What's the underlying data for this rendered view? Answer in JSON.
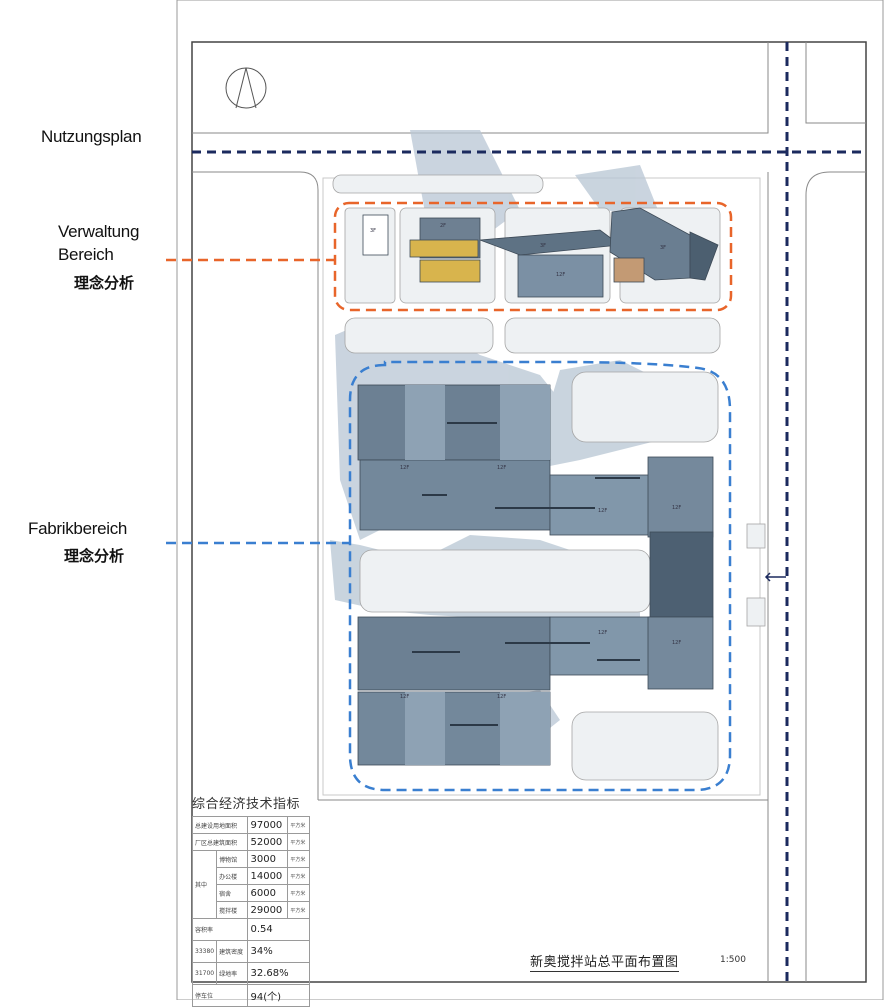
{
  "labels": {
    "nutzungsplan": "Nutzungsplan",
    "verwaltung_line1": "Verwaltung",
    "verwaltung_line2": "Bereich",
    "verwaltung_cn": "理念分析",
    "fabrik": "Fabrikbereich",
    "fabrik_cn": "理念分析"
  },
  "colors": {
    "road_dash": "#1b2a5e",
    "admin_dash": "#e8652a",
    "factory_dash": "#3a7fd0",
    "building": "#6f8396",
    "shadow": "#a9b8c8",
    "frame": "#444444"
  },
  "icons": {
    "north_arrow": "north-arrow-icon"
  },
  "floor_labels": {
    "a1": "3F",
    "a2": "2F",
    "a3": "3F",
    "a4": "3F",
    "a5": "12F",
    "f1": "12F",
    "f2": "12F",
    "f3": "12F",
    "f4": "12F",
    "f5": "12F",
    "f6": "12F",
    "f7": "12F",
    "f8": "12F"
  },
  "stats": {
    "title": "综合经济技术指标",
    "rows": [
      {
        "label": "总建设用地面积",
        "value": "97000",
        "unit": "平方米"
      },
      {
        "label": "厂区总建筑面积",
        "value": "52000",
        "unit": "平方米"
      },
      {
        "group": "其中",
        "label": "博物馆",
        "value": "3000",
        "unit": "平方米"
      },
      {
        "label": "办公楼",
        "value": "14000",
        "unit": "平方米"
      },
      {
        "label": "宿舍",
        "value": "6000",
        "unit": "平方米"
      },
      {
        "label": "搅拌楼",
        "value": "29000",
        "unit": "平方米"
      },
      {
        "label": "容积率",
        "value": "0.54"
      },
      {
        "pre": "33380",
        "label": "建筑密度",
        "value": "34%"
      },
      {
        "pre": "31700",
        "label": "绿地率",
        "value": "32.68%"
      },
      {
        "label": "停车位",
        "value": "94(个)"
      }
    ]
  },
  "plan": {
    "title": "新奥搅拌站总平面布置图",
    "scale": "1:500"
  }
}
